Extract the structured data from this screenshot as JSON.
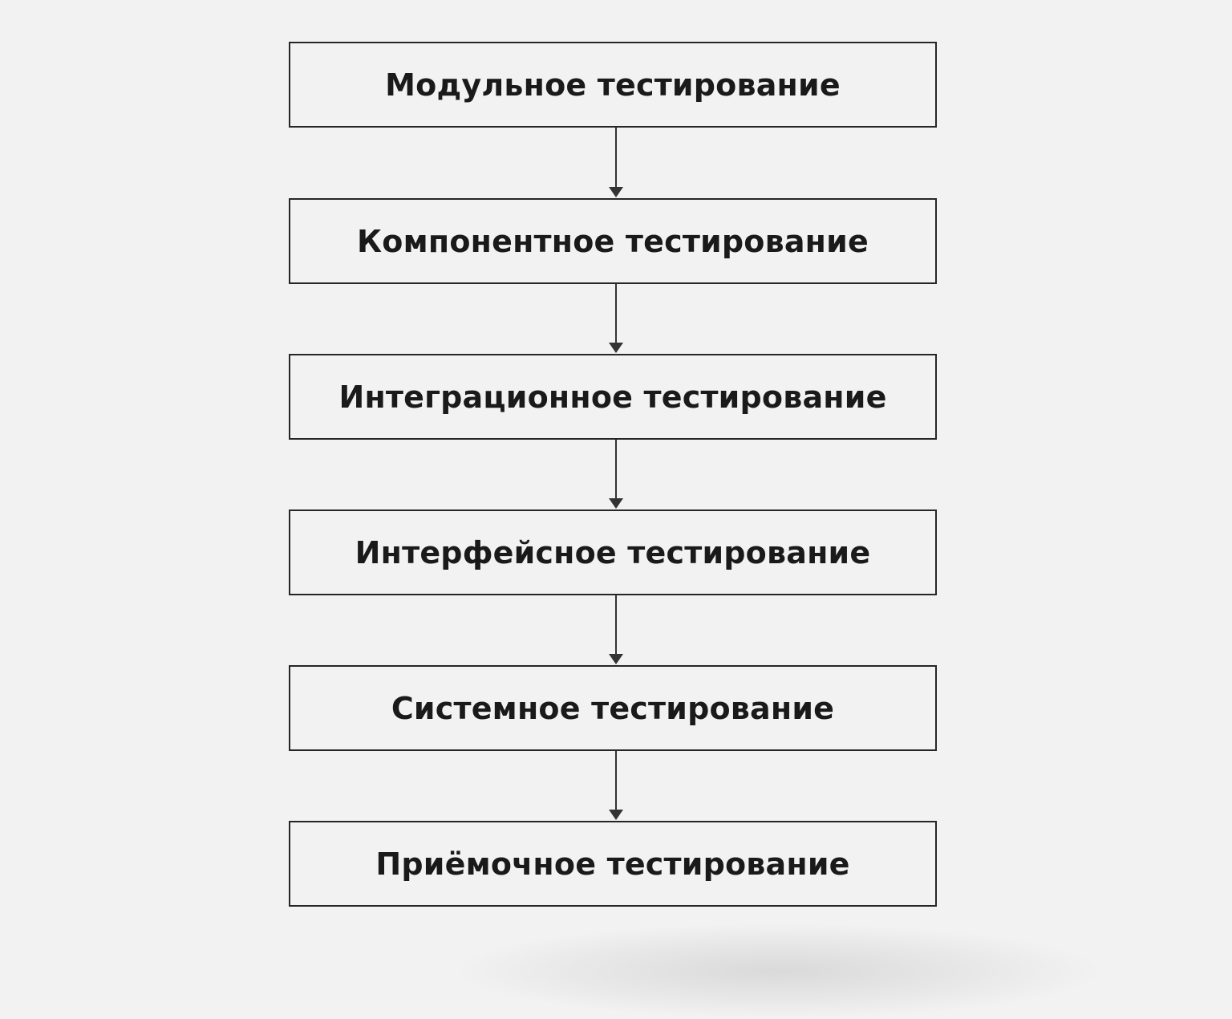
{
  "diagram": {
    "type": "flowchart",
    "direction": "top-to-bottom",
    "steps": [
      {
        "id": "unit",
        "label": "Модульное тестирование"
      },
      {
        "id": "component",
        "label": "Компонентное тестирование"
      },
      {
        "id": "integration",
        "label": "Интеграционное тестирование"
      },
      {
        "id": "interface",
        "label": "Интерфейсное тестирование"
      },
      {
        "id": "system",
        "label": "Системное тестирование"
      },
      {
        "id": "acceptance",
        "label": "Приёмочное тестирование"
      }
    ],
    "edges": [
      {
        "from": "unit",
        "to": "component"
      },
      {
        "from": "component",
        "to": "integration"
      },
      {
        "from": "integration",
        "to": "interface"
      },
      {
        "from": "interface",
        "to": "system"
      },
      {
        "from": "system",
        "to": "acceptance"
      }
    ]
  },
  "colors": {
    "background": "#f2f2f2",
    "border": "#262626",
    "text": "#1a1a1a",
    "arrow": "#333333"
  }
}
